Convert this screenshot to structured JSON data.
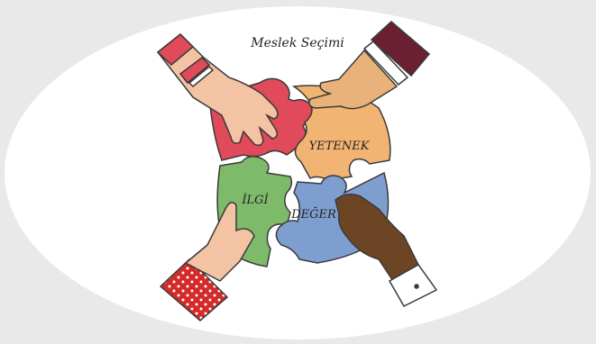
{
  "title": "Meslek Seçimi",
  "pieces": {
    "yetenek": "YETENEK",
    "ilgi": "İLGİ",
    "deger": "DEĞER"
  },
  "colors": {
    "background": "#e9e9e9",
    "oval": "#ffffff",
    "piece_red": "#e04a5a",
    "piece_orange": "#f2b472",
    "piece_green": "#7dbb6a",
    "piece_blue": "#7f9ed0",
    "sleeve_maroon": "#6b1f33",
    "sleeve_red_dotted": "#d42a2a",
    "skin_light": "#f3c3a3",
    "skin_tan": "#e8b27a",
    "skin_dark": "#6b4524"
  }
}
